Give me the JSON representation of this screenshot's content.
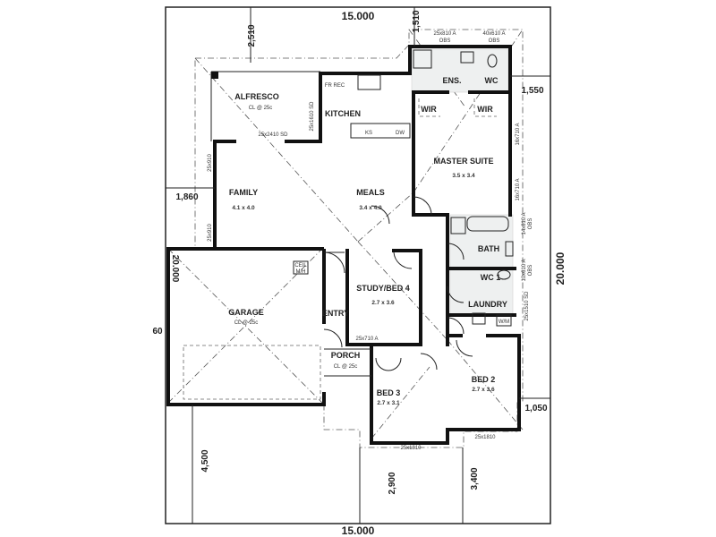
{
  "boundary": {
    "top": "15.000",
    "bottom": "15.000",
    "right": "20.000",
    "left": "20.000"
  },
  "rooms": {
    "alfresco": {
      "name": "ALFRESCO",
      "note": "CL @ 25c"
    },
    "kitchen": {
      "name": "KITCHEN",
      "fridge": "FR REC",
      "sink": "KS",
      "dishwasher": "DW"
    },
    "family": {
      "name": "FAMILY",
      "size": "4.1 x 4.0"
    },
    "meals": {
      "name": "MEALS",
      "size": "3.4 x 4.0"
    },
    "master": {
      "name": "MASTER SUITE",
      "size": "3.5 x 3.4"
    },
    "ensuite": {
      "name": "ENS."
    },
    "wc": {
      "name": "WC"
    },
    "wir1": {
      "name": "WIR"
    },
    "wir2": {
      "name": "WIR"
    },
    "garage": {
      "name": "GARAGE",
      "note": "CL @ 25c"
    },
    "ceil": {
      "l1": "CEIL",
      "l2": "M/H"
    },
    "entry": {
      "name": "ENTRY"
    },
    "study": {
      "name": "STUDY/BED 4",
      "size": "2.7 x 3.6"
    },
    "porch": {
      "name": "PORCH",
      "note": "CL @ 25c"
    },
    "bed3": {
      "name": "BED 3",
      "size": "2.7 x 3.1"
    },
    "bed2": {
      "name": "BED 2",
      "size": "2.7 x 3.6"
    },
    "bath": {
      "name": "BATH"
    },
    "wc1": {
      "name": "WC 1"
    },
    "laundry": {
      "name": "LAUNDRY",
      "wm": "W/M"
    }
  },
  "windows": {
    "ens_win": "25x810 A",
    "ens_obs": "OBS",
    "wc_win": "40x610 A",
    "wc_obs": "OBS",
    "alf_door": "25x2410 SD",
    "kit_door": "25x1610 SD",
    "fam1": "25x910",
    "fam2": "25x910",
    "ms1": "16x710 A",
    "ms2": "16x710 A",
    "bath_win": "14x610 A",
    "bath_obs": "OBS",
    "wc1_win": "10x610 A",
    "wc1_obs": "OBS",
    "laundry_door": "25x1510 SD",
    "study_win": "25x710 A",
    "bed3_win": "25x1810",
    "bed2_win": "25x1810"
  },
  "dimensions": {
    "d2510": "2,510",
    "d1510": "1,510",
    "d1550": "1,550",
    "d1860": "1,860",
    "d60": "60",
    "d1050": "1,050",
    "d4500": "4,500",
    "d2900": "2,900",
    "d3400": "3,400"
  }
}
